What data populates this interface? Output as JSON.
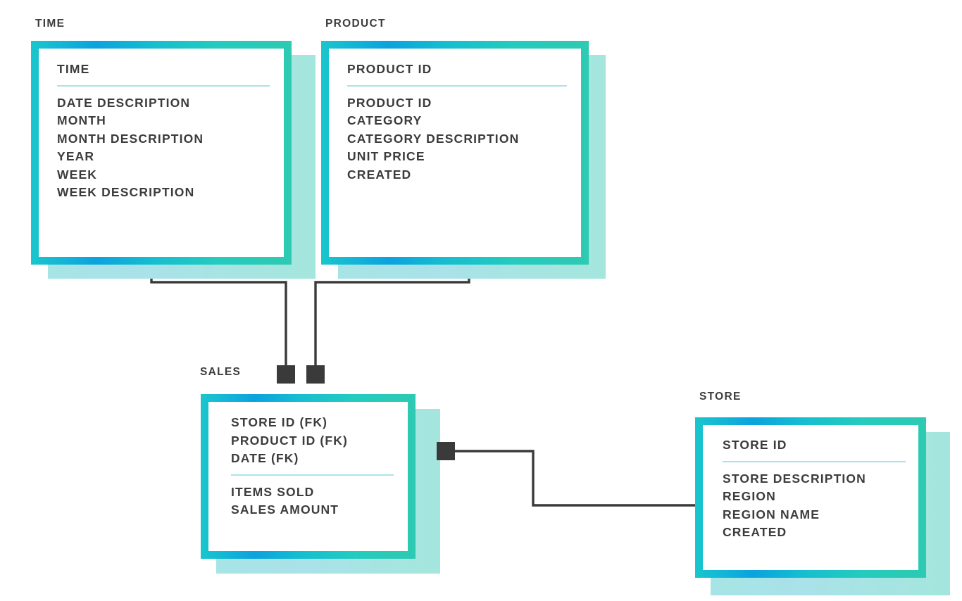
{
  "diagram": {
    "type": "star-schema-entity-relationship",
    "background_color": "#ffffff",
    "accent_gradient": [
      "#19C6CC",
      "#0BA2DE",
      "#2ECAB2"
    ],
    "shadow_color": "#A6E4E6",
    "text_color": "#3C3C3C",
    "connector_color": "#3A3A3A"
  },
  "entities": [
    {
      "name": "TIME",
      "title": "TIME",
      "primary_keys": [
        "TIME"
      ],
      "fields": [
        "DATE DESCRIPTION",
        "MONTH",
        "MONTH DESCRIPTION",
        "YEAR",
        "WEEK",
        "WEEK DESCRIPTION"
      ]
    },
    {
      "name": "PRODUCT",
      "title": "PRODUCT",
      "primary_keys": [
        "PRODUCT ID"
      ],
      "fields": [
        "PRODUCT ID",
        "CATEGORY",
        "CATEGORY DESCRIPTION",
        "UNIT PRICE",
        "CREATED"
      ]
    },
    {
      "name": "SALES",
      "title": "SALES",
      "primary_keys": [
        "STORE ID (FK)",
        "PRODUCT ID (FK)",
        "DATE (FK)"
      ],
      "fields": [
        "ITEMS SOLD",
        "SALES AMOUNT"
      ]
    },
    {
      "name": "STORE",
      "title": "STORE",
      "primary_keys": [
        "STORE ID"
      ],
      "fields": [
        "STORE DESCRIPTION",
        "REGION",
        "REGION NAME",
        "CREATED"
      ]
    }
  ],
  "relationships": [
    {
      "from": "TIME",
      "to": "SALES",
      "label": ""
    },
    {
      "from": "PRODUCT",
      "to": "SALES",
      "label": ""
    },
    {
      "from": "SALES",
      "to": "STORE",
      "label": ""
    }
  ]
}
